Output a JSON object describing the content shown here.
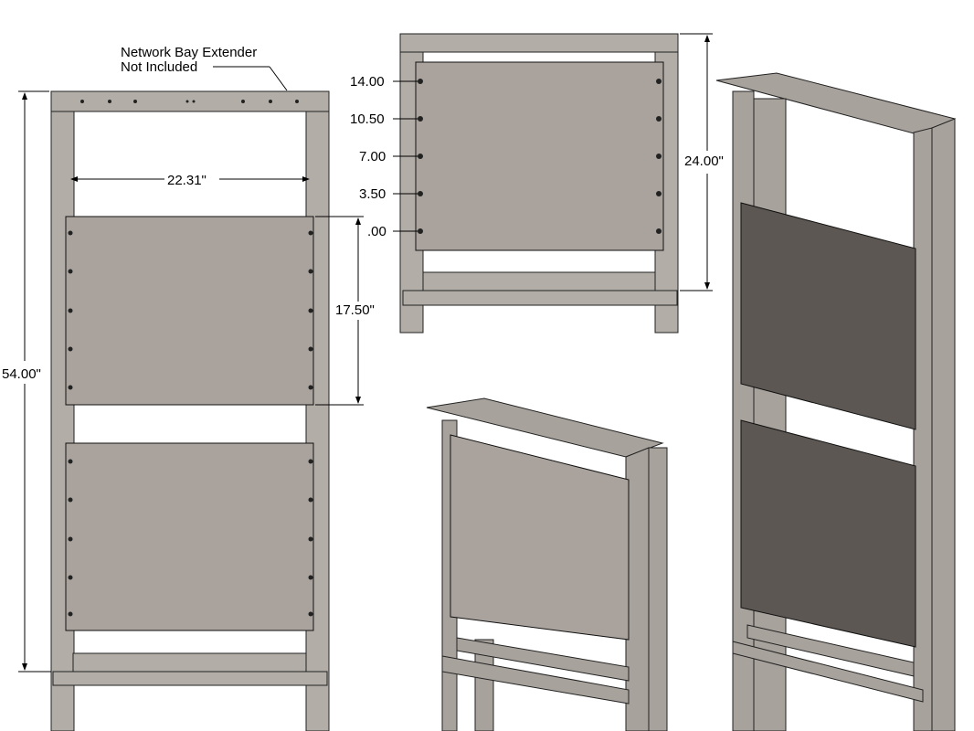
{
  "callout": {
    "line1": "Network Bay Extender",
    "line2": "Not Included"
  },
  "front_view": {
    "width_dim": "22.31\"",
    "panel_height_dim": "17.50\"",
    "total_height_dim": "54.00\""
  },
  "top_view": {
    "scale_marks": [
      "14.00",
      "10.50",
      "7.00",
      "3.50",
      ".00"
    ],
    "height_dim": "24.00\""
  },
  "colors": {
    "frame": "#b3ada7",
    "panel": "#aaa39d",
    "dark_panel": "#5c5752"
  }
}
